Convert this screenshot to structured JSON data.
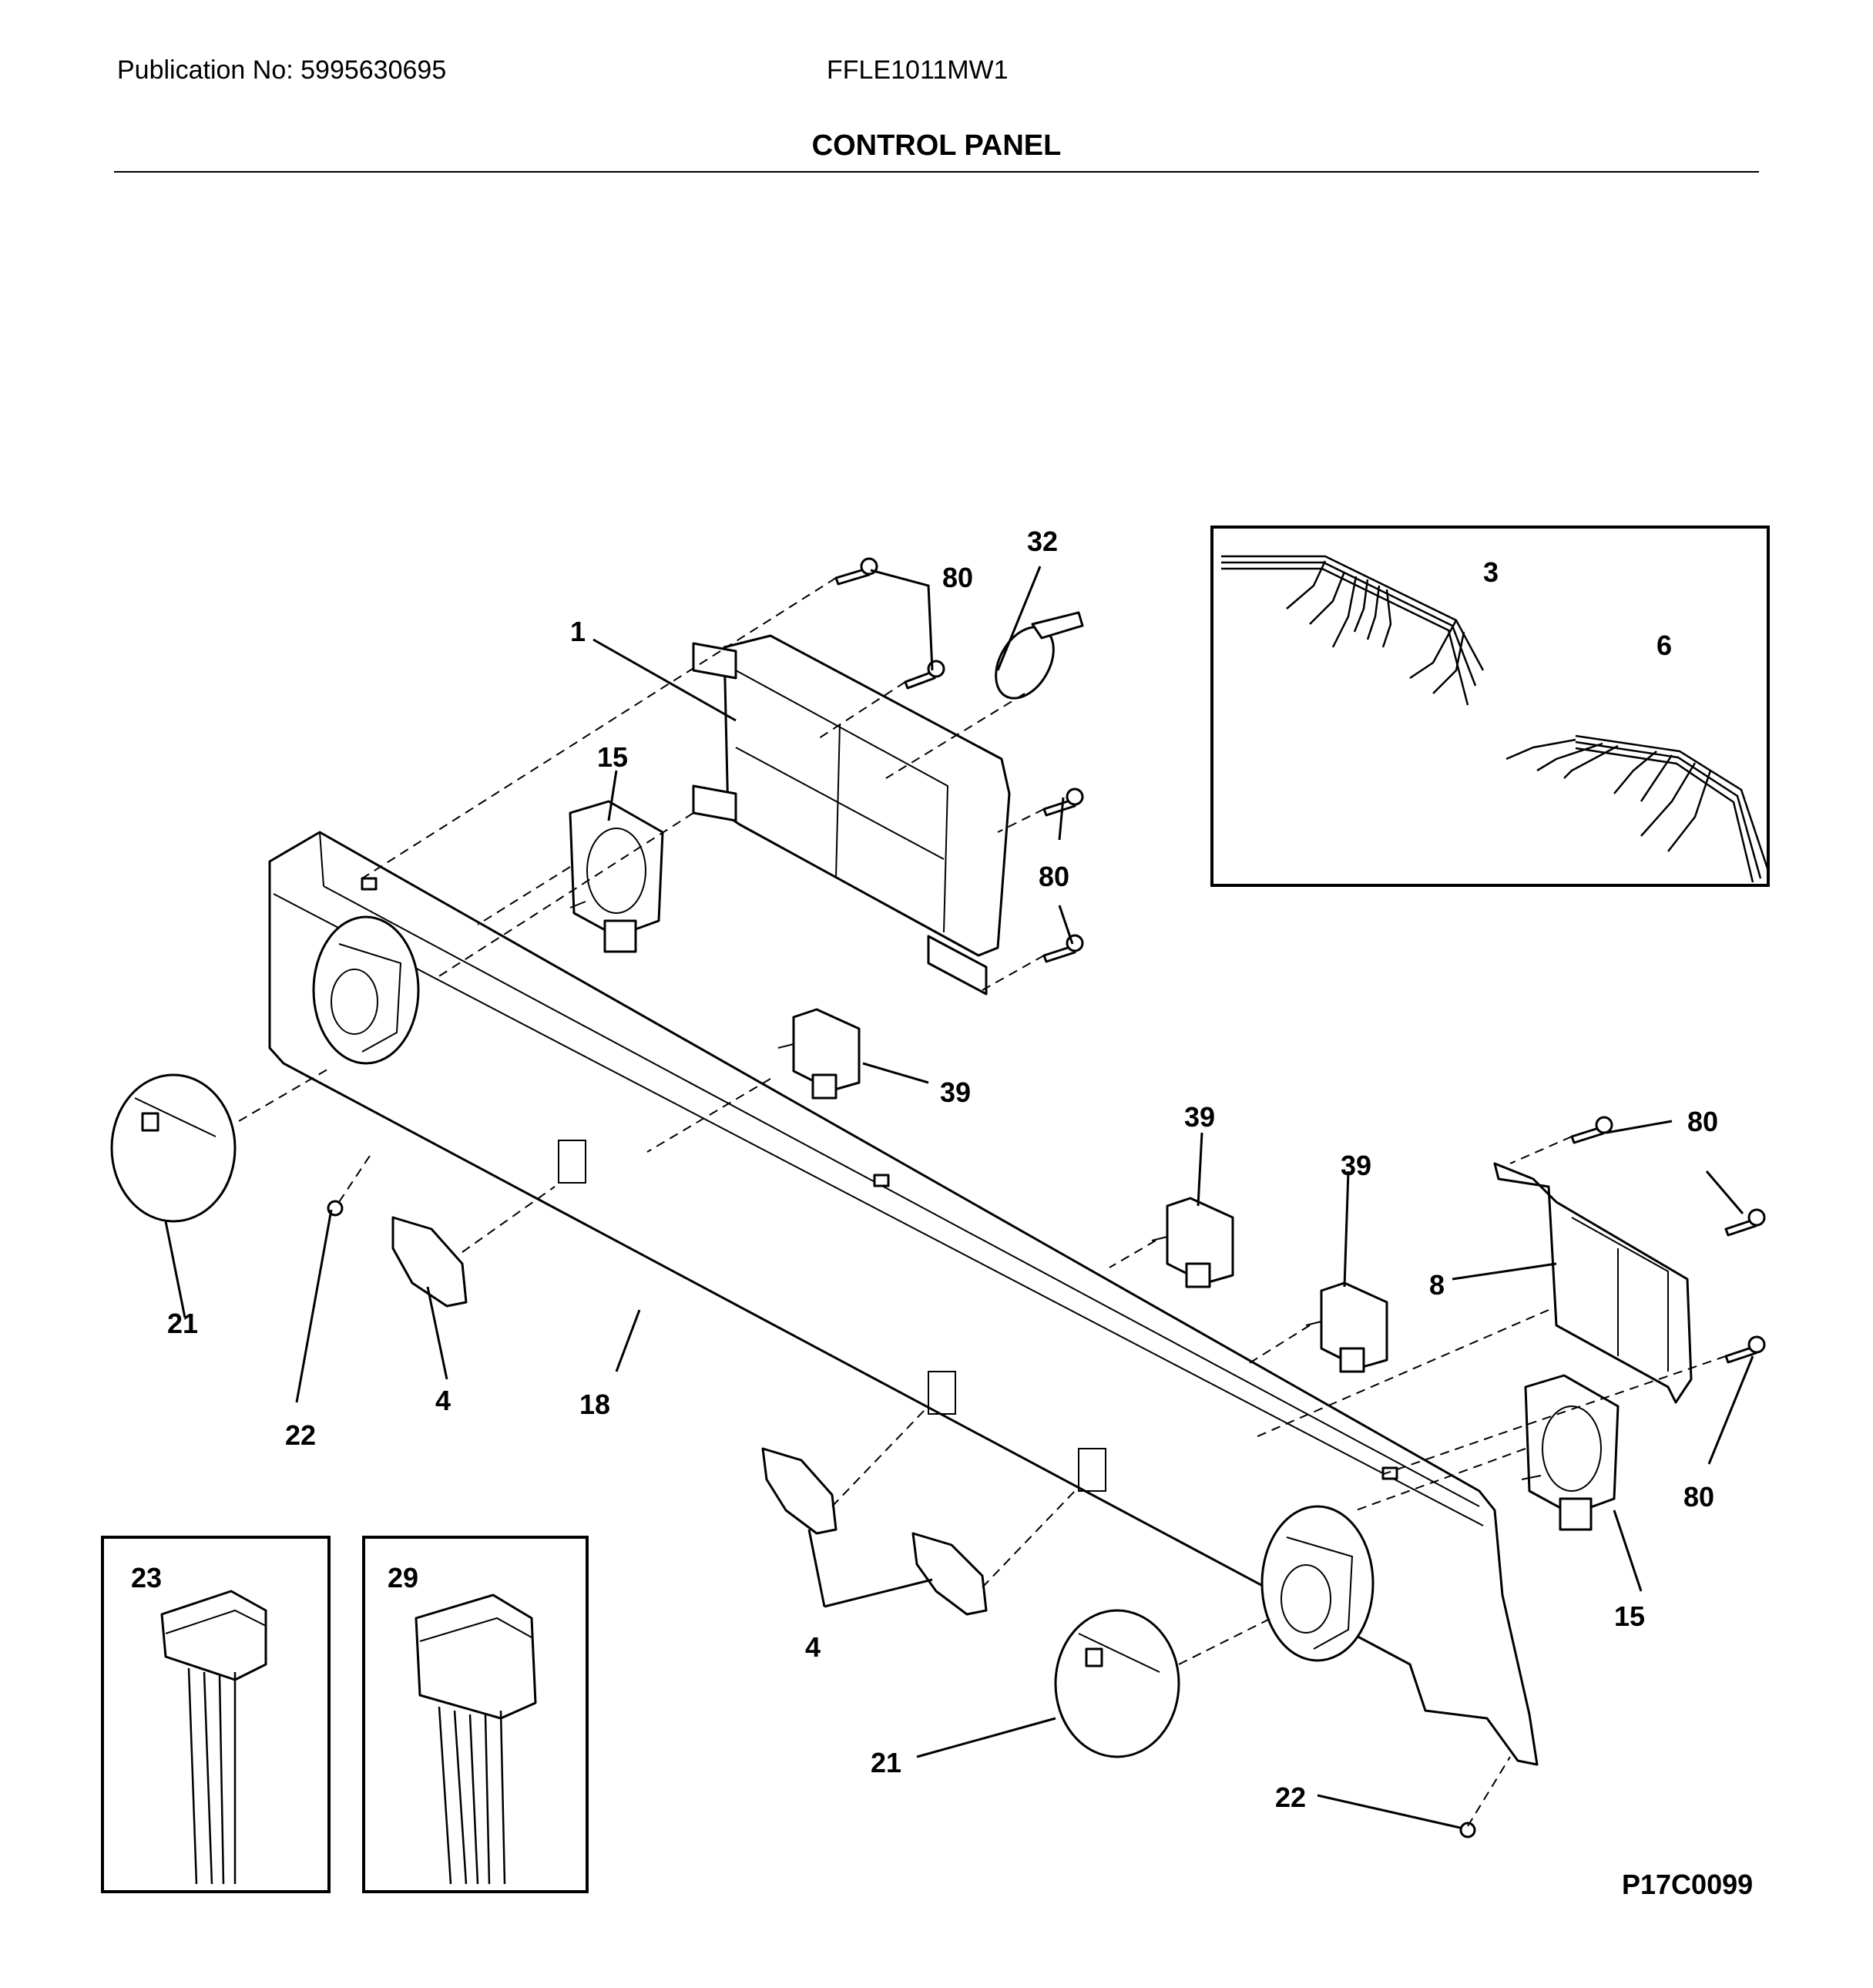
{
  "header": {
    "publication": "Publication No: 5995630695",
    "model": "FFLE1011MW1",
    "title": "CONTROL PANEL"
  },
  "diagram": {
    "reference_code": "P17C0099",
    "callouts": {
      "c1": "1",
      "c3": "3",
      "c4a": "4",
      "c4b": "4",
      "c6": "6",
      "c8": "8",
      "c15a": "15",
      "c15b": "15",
      "c18": "18",
      "c21a": "21",
      "c21b": "21",
      "c22a": "22",
      "c22b": "22",
      "c23": "23",
      "c29": "29",
      "c32": "32",
      "c39a": "39",
      "c39b": "39",
      "c39c": "39",
      "c80a": "80",
      "c80b": "80",
      "c80c": "80",
      "c80d": "80"
    }
  }
}
